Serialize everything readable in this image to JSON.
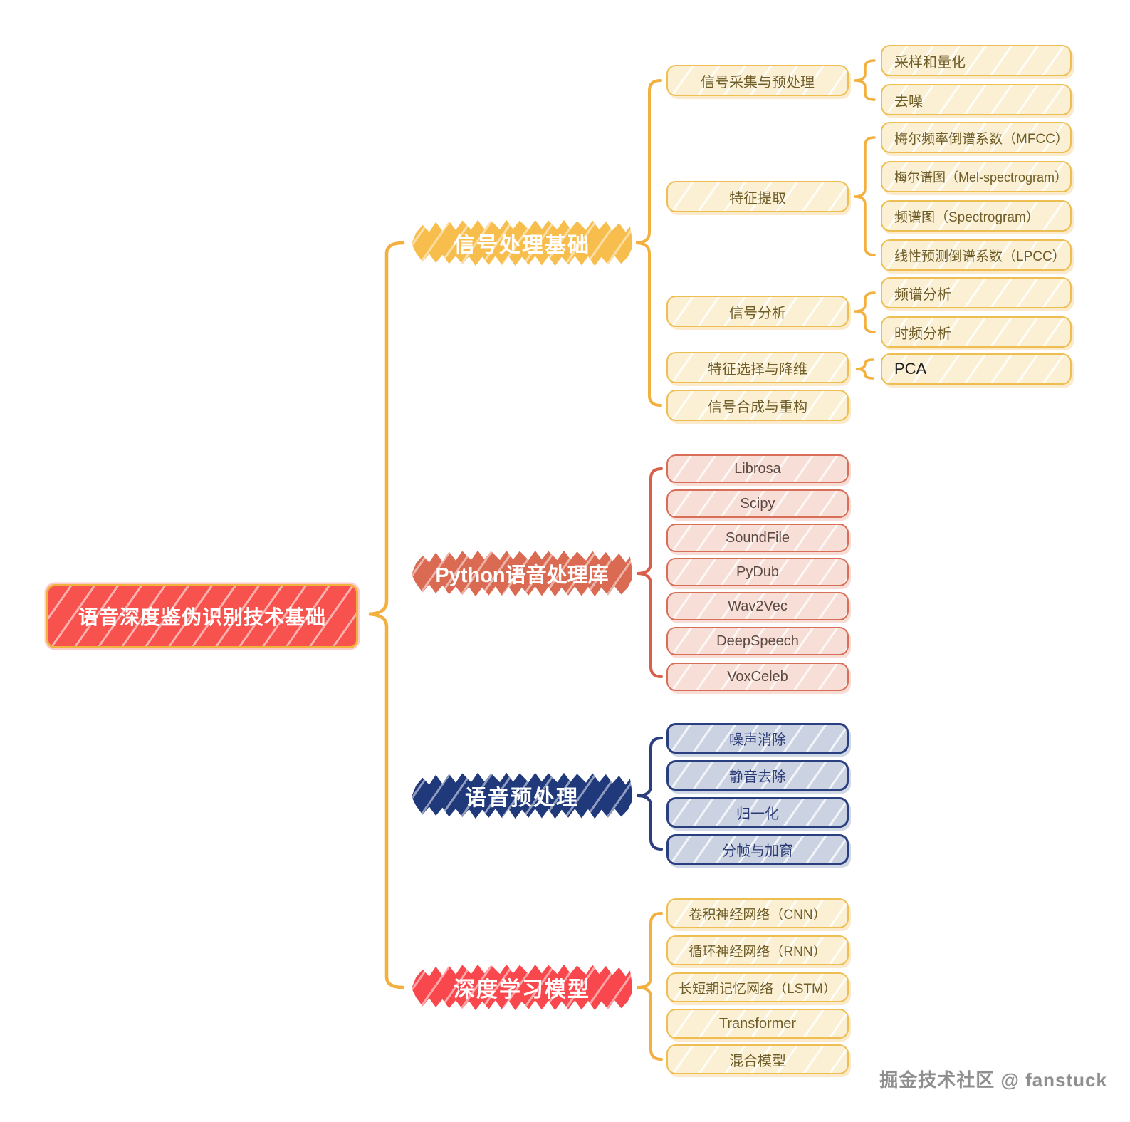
{
  "root": {
    "label": "语音深度鉴伪识别技术基础"
  },
  "branches": [
    {
      "label": "信号处理基础",
      "color": "#F7BE4D",
      "children": [
        {
          "label": "信号采集与预处理",
          "children": [
            {
              "label": "采样和量化"
            },
            {
              "label": "去噪"
            }
          ]
        },
        {
          "label": "特征提取",
          "children": [
            {
              "label": "梅尔频率倒谱系数（MFCC）"
            },
            {
              "label": "梅尔谱图（Mel-spectrogram）"
            },
            {
              "label": "频谱图（Spectrogram）"
            },
            {
              "label": "线性预测倒谱系数（LPCC）"
            }
          ]
        },
        {
          "label": "信号分析",
          "children": [
            {
              "label": "频谱分析"
            },
            {
              "label": "时频分析"
            }
          ]
        },
        {
          "label": "特征选择与降维",
          "children": [
            {
              "label": "PCA"
            }
          ]
        },
        {
          "label": "信号合成与重构",
          "children": []
        }
      ]
    },
    {
      "label": "Python语音处理库",
      "color": "#DB6A52",
      "children": [
        {
          "label": "Librosa"
        },
        {
          "label": "Scipy"
        },
        {
          "label": "SoundFile"
        },
        {
          "label": "PyDub"
        },
        {
          "label": "Wav2Vec"
        },
        {
          "label": "DeepSpeech"
        },
        {
          "label": "VoxCeleb"
        }
      ]
    },
    {
      "label": "语音预处理",
      "color": "#20397B",
      "children": [
        {
          "label": "噪声消除"
        },
        {
          "label": "静音去除"
        },
        {
          "label": "归一化"
        },
        {
          "label": "分帧与加窗"
        }
      ]
    },
    {
      "label": "深度学习模型",
      "color": "#F9484D",
      "children": [
        {
          "label": "卷积神经网络（CNN）"
        },
        {
          "label": "循环神经网络（RNN）"
        },
        {
          "label": "长短期记忆网络（LSTM）"
        },
        {
          "label": "Transformer"
        },
        {
          "label": "混合模型"
        }
      ]
    }
  ],
  "watermark": {
    "label": "掘金技术社区 @ fanstuck"
  },
  "colors": {
    "root_fill": "#F8524E",
    "root_border": "#F1B33E",
    "connector_gold": "#F3B03E",
    "connector_salmon": "#D8604B",
    "connector_navy": "#2B3F7E",
    "leaf_yellow_fill": "#FBF0D3",
    "leaf_yellow_border": "#EFBE53",
    "leaf_yellow_text": "#6E5D28",
    "leaf_pink_fill": "#F7DED7",
    "leaf_pink_border": "#D96E58",
    "leaf_pink_text": "#5C4A42",
    "leaf_blue_fill": "#CBD3E3",
    "leaf_blue_border": "#2A3F80",
    "leaf_blue_text": "#2A3A74"
  }
}
